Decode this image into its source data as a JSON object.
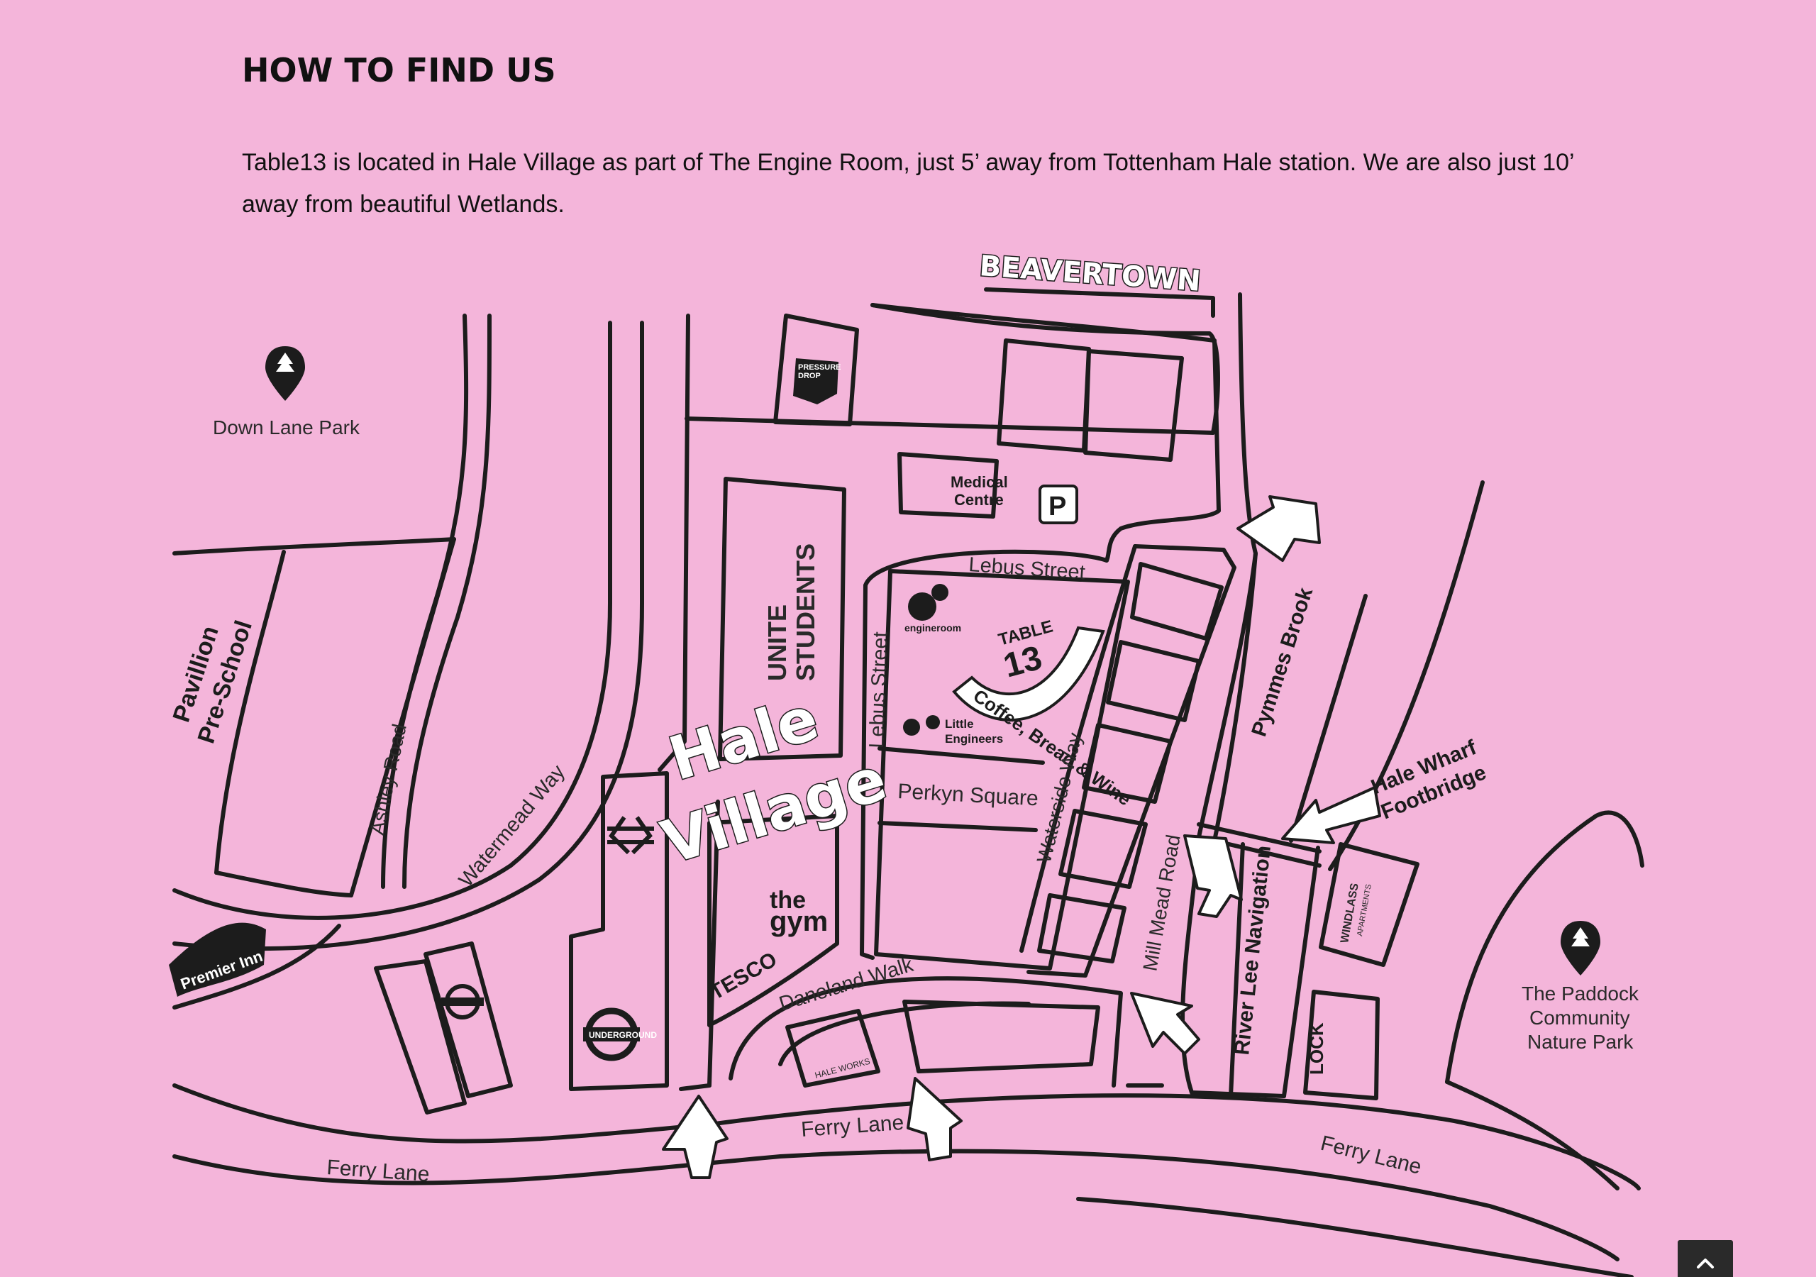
{
  "page": {
    "heading": "HOW TO FIND US",
    "intro": "Table13 is located in Hale Village as part of The Engine Room, just 5’ away from Tottenham Hale station. We are also just 10’ away from beautiful Wetlands."
  },
  "colors": {
    "background": "#f4b5da",
    "ink": "#1c1c1c",
    "button": "#2a2a2a"
  },
  "map": {
    "brands": {
      "beavertown": "BEAVERTOWN",
      "pressure_drop_1": "PRESSURE",
      "pressure_drop_2": "DROP",
      "unite_1": "UNITE",
      "unite_2": "STUDENTS",
      "engine_room": "engineroom",
      "table_1": "TABLE",
      "table_2": "13",
      "coffee": "Coffee, Bread & Wine",
      "little_engineers_1": "Little",
      "little_engineers_2": "Engineers",
      "gym_1": "the",
      "gym_2": "gym",
      "tesco": "TESCO",
      "hale_works": "HALE WORKS",
      "underground": "UNDERGROUND",
      "premier_inn": "Premier Inn",
      "windlass_1": "WINDLASS",
      "windlass_2": "APARTMENTS",
      "lock17": "LOCK",
      "medical_1": "Medical",
      "medical_2": "Centre",
      "parking": "P"
    },
    "areas": {
      "hale": "Hale",
      "village": "Village",
      "down_lane_park": "Down Lane Park",
      "pavillion_1": "Pavillion",
      "pavillion_2": "Pre-School",
      "paddock_1": "The Paddock",
      "paddock_2": "Community",
      "paddock_3": "Nature Park",
      "footbridge_1": "Hale Wharf",
      "footbridge_2": "Footbridge",
      "perkyn": "Perkyn Square"
    },
    "streets": {
      "lebus_top": "Lebus Street",
      "lebus_side": "Lebus Street",
      "ashley": "Ashley Road",
      "watermead": "Watermead Way",
      "waterside": "Waterside Way",
      "mill_mead": "Mill Mead Road",
      "pymmes": "Pymmes Brook",
      "river_lee": "River Lee Navigation",
      "daneland": "Daneland Walk",
      "ferry_left": "Ferry Lane",
      "ferry_mid": "Ferry Lane",
      "ferry_right": "Ferry Lane"
    }
  }
}
